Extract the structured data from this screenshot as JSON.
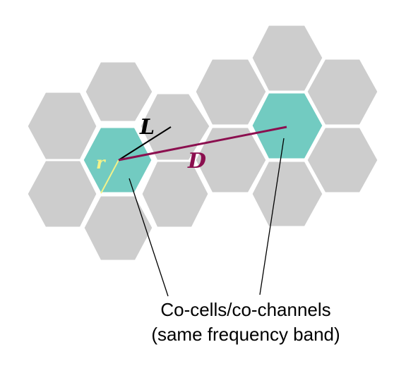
{
  "labels": {
    "L": "L",
    "D": "D",
    "r": "r"
  },
  "caption": {
    "line1": "Co-cells/co-channels",
    "line2": "(same frequency band)"
  },
  "colors": {
    "cell_gray": "#cdcdcd",
    "cell_teal": "#72cbc1",
    "cell_border": "#ffffff",
    "distance_D": "#8b0f4f",
    "radius_r": "#f2f28a",
    "line_L": "#000000"
  }
}
